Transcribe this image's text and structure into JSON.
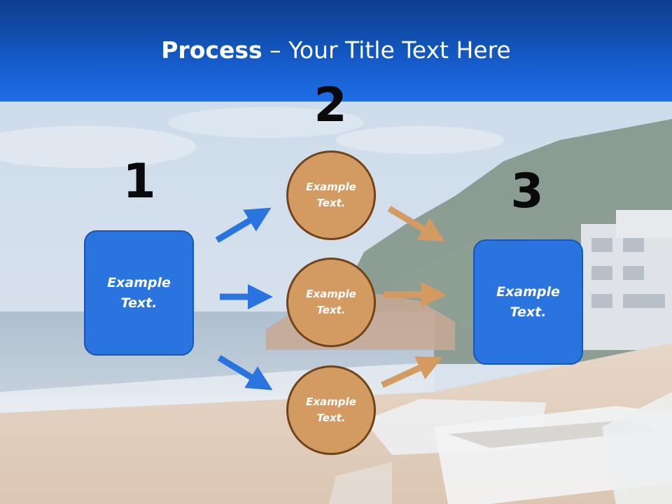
{
  "title": {
    "bold": "Process",
    "rest": " – Your Title Text Here"
  },
  "steps": [
    {
      "number": "1",
      "text_line1": "Example",
      "text_line2": "Text."
    },
    {
      "number": "2",
      "text_line1": "Example",
      "text_line2": "Text."
    },
    {
      "number": "3",
      "text_line1": "Example",
      "text_line2": "Text."
    }
  ],
  "circles": [
    {
      "text_line1": "Example",
      "text_line2": "Text."
    },
    {
      "text_line1": "Example",
      "text_line2": "Text."
    },
    {
      "text_line1": "Example",
      "text_line2": "Text."
    }
  ],
  "colors": {
    "header": "#1458c4",
    "box": "#2a74df",
    "circle": "#d39a62",
    "blue_arrow": "#2a74df",
    "orange_arrow": "#d39a62"
  }
}
